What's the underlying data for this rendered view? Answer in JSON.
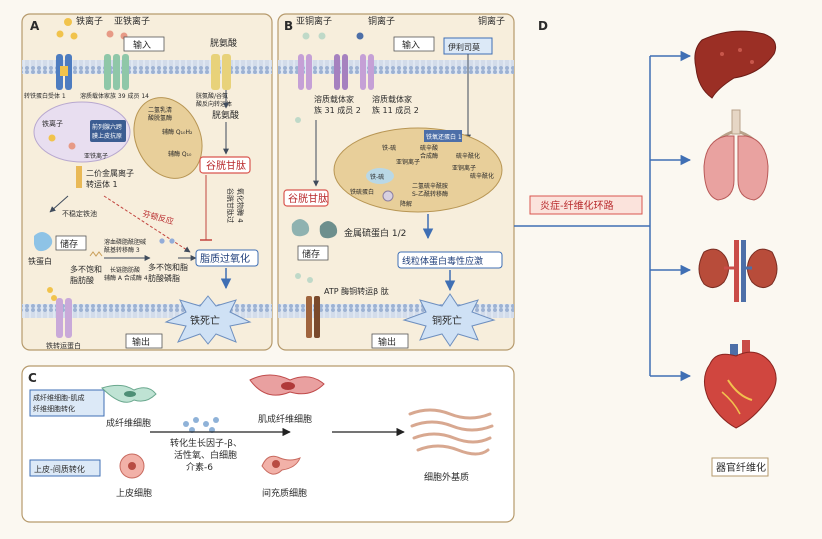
{
  "panels": {
    "a": {
      "letter": "A",
      "iron_ion": "铁离子",
      "ferrous_ion": "亚铁离子",
      "input": "输入",
      "cystine": "胱氨酸",
      "tfr1": "转铁蛋白受体 1",
      "slc39a14": "溶质载体家族 39 成员 14",
      "slc7a11_line1": "胱氨酸/谷氨",
      "slc7a11_line2": "酸反向转运体",
      "iron_ion_inside": "铁离子",
      "steap3_line1": "前列腺六跨",
      "steap3_line2": "膜上皮抗原",
      "ferrous_inside": "亚铁离子",
      "dmt1_line1": "二价金属离子",
      "dmt1_line2": "转运体 1",
      "dhodh_line1": "二氢乳清",
      "dhodh_line2": "酸脱氢酶",
      "coq10h2": "辅酶 Q₁₀H₂",
      "coq10": "辅酶 Q₁₀",
      "cysteine": "胱氨酸",
      "gsh": "谷胱甘肽",
      "gpx4_line1": "谷胱甘肽过",
      "gpx4_line2": "氧化物酶 4",
      "fenton": "芬顿反应",
      "labile_iron": "不稳定铁池",
      "storage": "储存",
      "ferritin": "铁蛋白",
      "lpcat3_line1": "溶血磷脂酰胆碱",
      "lpcat3_line2": "酰基转移酶 3",
      "acsl4_line1": "长链脂肪酸",
      "acsl4_line2": "辅酶 A 合成酶 4",
      "pufa_line1": "多不饱和",
      "pufa_line2": "脂肪酸",
      "pufa_pl_line1": "多不饱和脂",
      "pufa_pl_line2": "肪酸磷脂",
      "lipid_perox": "脂质过氧化",
      "ferroptosis": "铁死亡",
      "output": "输出",
      "ferroportin": "铁转运蛋白"
    },
    "b": {
      "letter": "B",
      "cuprous_ion": "亚铜离子",
      "copper_ion": "铜离子",
      "input": "输入",
      "elesclomol": "伊利司莫",
      "slc31a2_line1": "溶质载体家",
      "slc31a2_line2": "族 31 成员 2",
      "slc11a2_line1": "溶质载体家",
      "slc11a2_line2": "族 11 成员 2",
      "fdx1_line1": "铁氧还蛋白 1",
      "lias_line1": "硫辛酸",
      "lias_line2": "合成酶",
      "fe_s_1": "铁-硫",
      "cu_inside": "亚铜离子",
      "fe_s_2": "铁-硫",
      "iron_protein": "铁硫蛋白",
      "dlat_line1": "二氢硫辛酰胺",
      "dlat_line2": "S-乙酰转移酶",
      "lipoyl_line1": "硫辛酰化",
      "lipoylation": "硫辛酰化",
      "cu_ion2": "亚铜离子",
      "degrade": "降解",
      "gsh": "谷胱甘肽",
      "mt": "金属硫蛋白 1/2",
      "storage": "储存",
      "mito_stress": "线粒体蛋白毒性应激",
      "atp7b": "ATP 酶铜转运β 肽",
      "cuproptosis": "铜死亡",
      "output": "输出"
    },
    "c": {
      "letter": "C",
      "fmt_line1": "成纤维细胞-肌成",
      "fmt_line2": "纤维细胞转化",
      "fibroblast": "成纤维细胞",
      "myofibroblast": "肌成纤维细胞",
      "factors_line1": "转化生长因子-β、",
      "factors_line2": "活性氧、白细胞",
      "factors_line3": "介素-6",
      "emt": "上皮-间质转化",
      "epithelial": "上皮细胞",
      "mesenchymal": "间充质细胞",
      "ecm": "细胞外基质"
    },
    "d": {
      "letter": "D",
      "inflam_fibrosis": "炎症-纤维化环路",
      "organ_fibrosis": "器官纤维化"
    }
  },
  "organs": [
    "liver-icon",
    "lung-icon",
    "kidney-icon",
    "heart-icon"
  ],
  "colors": {
    "panel_bg": "#f7eedc",
    "panel_border": "#b69a6c",
    "membrane": "#b7c6dc",
    "arrow_blue": "#3f6fb4",
    "red_label": "#b8292c",
    "red_box": "#d9564f"
  }
}
